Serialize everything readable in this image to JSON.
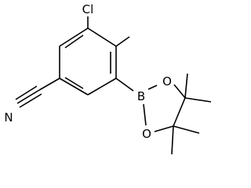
{
  "molecule": {
    "atom_labels": {
      "chlorine": "Cl",
      "nitrogen": "N",
      "boron": "B",
      "oxygen_1": "O",
      "oxygen_2": "O"
    }
  }
}
